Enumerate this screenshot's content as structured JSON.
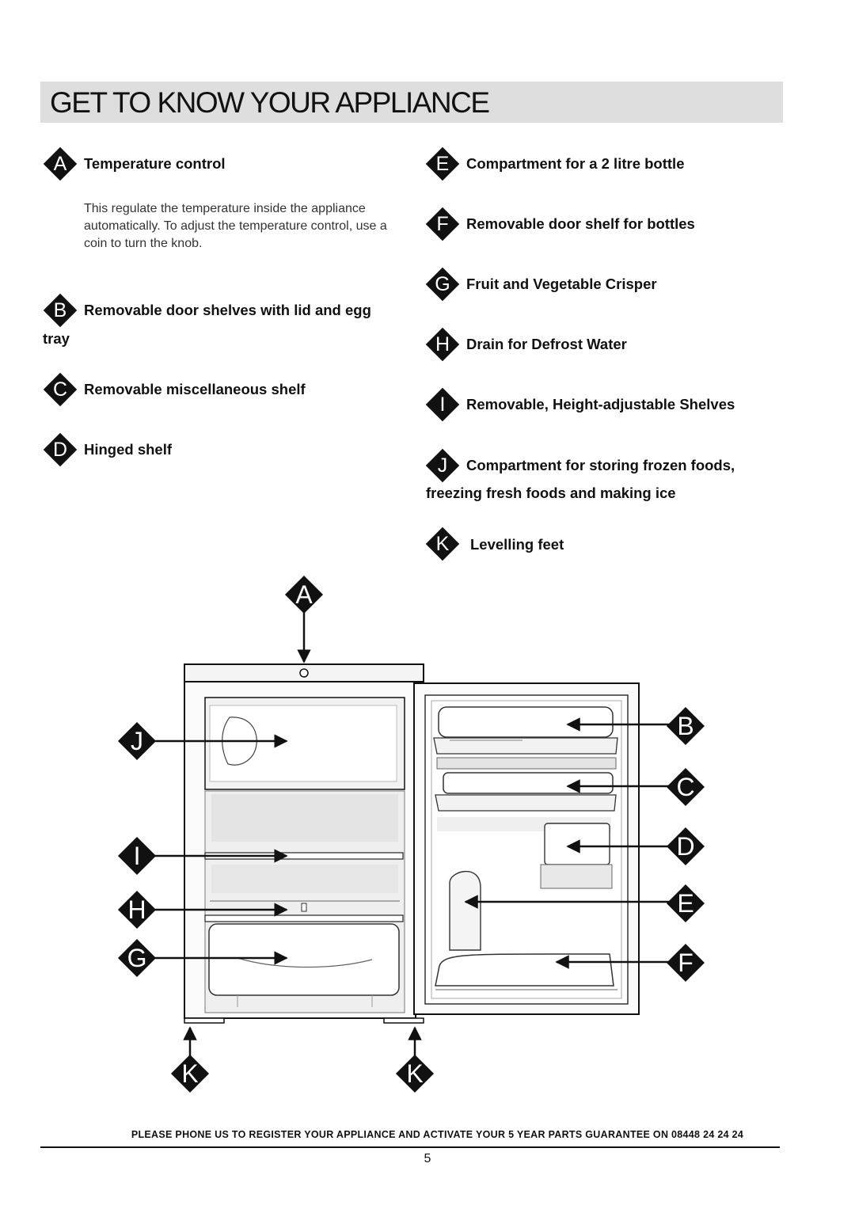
{
  "title": "GET TO KNOW YOUR APPLIANCE",
  "items": {
    "A": {
      "letter": "A",
      "label": "Temperature control",
      "description": "This regulate the temperature inside the appliance automatically. To adjust the temperature control, use a coin to turn the knob."
    },
    "B": {
      "letter": "B",
      "label": "Removable door shelves with lid and egg",
      "label_cont": "tray"
    },
    "C": {
      "letter": "C",
      "label": "Removable miscellaneous shelf"
    },
    "D": {
      "letter": "D",
      "label": "Hinged shelf"
    },
    "E": {
      "letter": "E",
      "label": "Compartment for a 2 litre bottle"
    },
    "F": {
      "letter": "F",
      "label": "Removable door shelf for bottles"
    },
    "G": {
      "letter": "G",
      "label": "Fruit and Vegetable Crisper"
    },
    "H": {
      "letter": "H",
      "label": "Drain for Defrost Water"
    },
    "I": {
      "letter": "I",
      "label": "Removable, Height-adjustable Shelves"
    },
    "J": {
      "letter": "J",
      "label": "Compartment for storing frozen foods,",
      "label_cont": "freezing fresh foods and making ice"
    },
    "K": {
      "letter": "K",
      "label": "Levelling feet"
    }
  },
  "diagram_labels": [
    "A",
    "B",
    "C",
    "D",
    "E",
    "F",
    "G",
    "H",
    "I",
    "J",
    "K",
    "K"
  ],
  "footer": "PLEASE PHONE US TO REGISTER YOUR APPLIANCE AND ACTIVATE YOUR 5 YEAR PARTS GUARANTEE ON 08448 24 24 24",
  "page_number": "5"
}
